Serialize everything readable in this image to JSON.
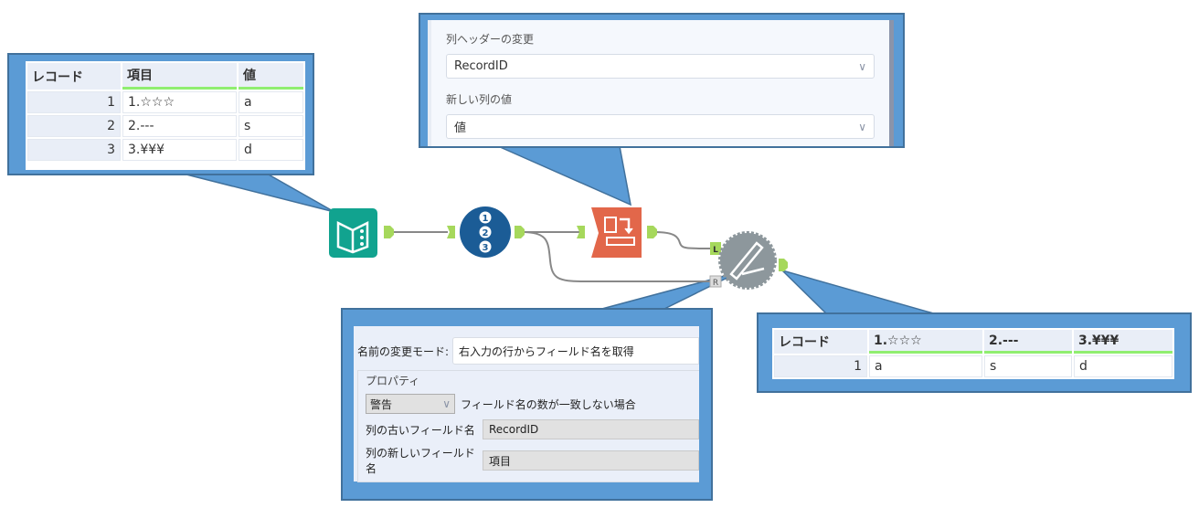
{
  "input_preview": {
    "headers": [
      "レコード",
      "項目",
      "値"
    ],
    "rows": [
      [
        "1",
        "1.☆☆☆",
        "a"
      ],
      [
        "2",
        "2.---",
        "s"
      ],
      [
        "3",
        "3.¥¥¥",
        "d"
      ]
    ]
  },
  "crosstab_config": {
    "header_label": "列ヘッダーの変更",
    "header_value": "RecordID",
    "values_label": "新しい列の値",
    "values_value": "値"
  },
  "rename_config": {
    "mode_label": "名前の変更モード:",
    "mode_value": "右入力の行からフィールド名を取得",
    "group_label": "プロパティ",
    "mismatch_select": "警告",
    "mismatch_label": "フィールド名の数が一致しない場合",
    "old_field_label": "列の古いフィールド名",
    "old_field_value": "RecordID",
    "new_field_label": "列の新しいフィールド名",
    "new_field_value": "項目"
  },
  "output_preview": {
    "headers": [
      "レコード",
      "1.☆☆☆",
      "2.---",
      "3.¥¥¥"
    ],
    "rows": [
      [
        "1",
        "a",
        "s",
        "d"
      ]
    ]
  },
  "anchors": {
    "left": "L",
    "right": "R"
  },
  "colors": {
    "callout": "#5b9bd5",
    "input_tool": "#11a38f",
    "recordid_tool": "#1b5c96",
    "crosstab_tool": "#e2674a",
    "rename_tool": "#8d979c",
    "anchor": "#a6d85c"
  }
}
